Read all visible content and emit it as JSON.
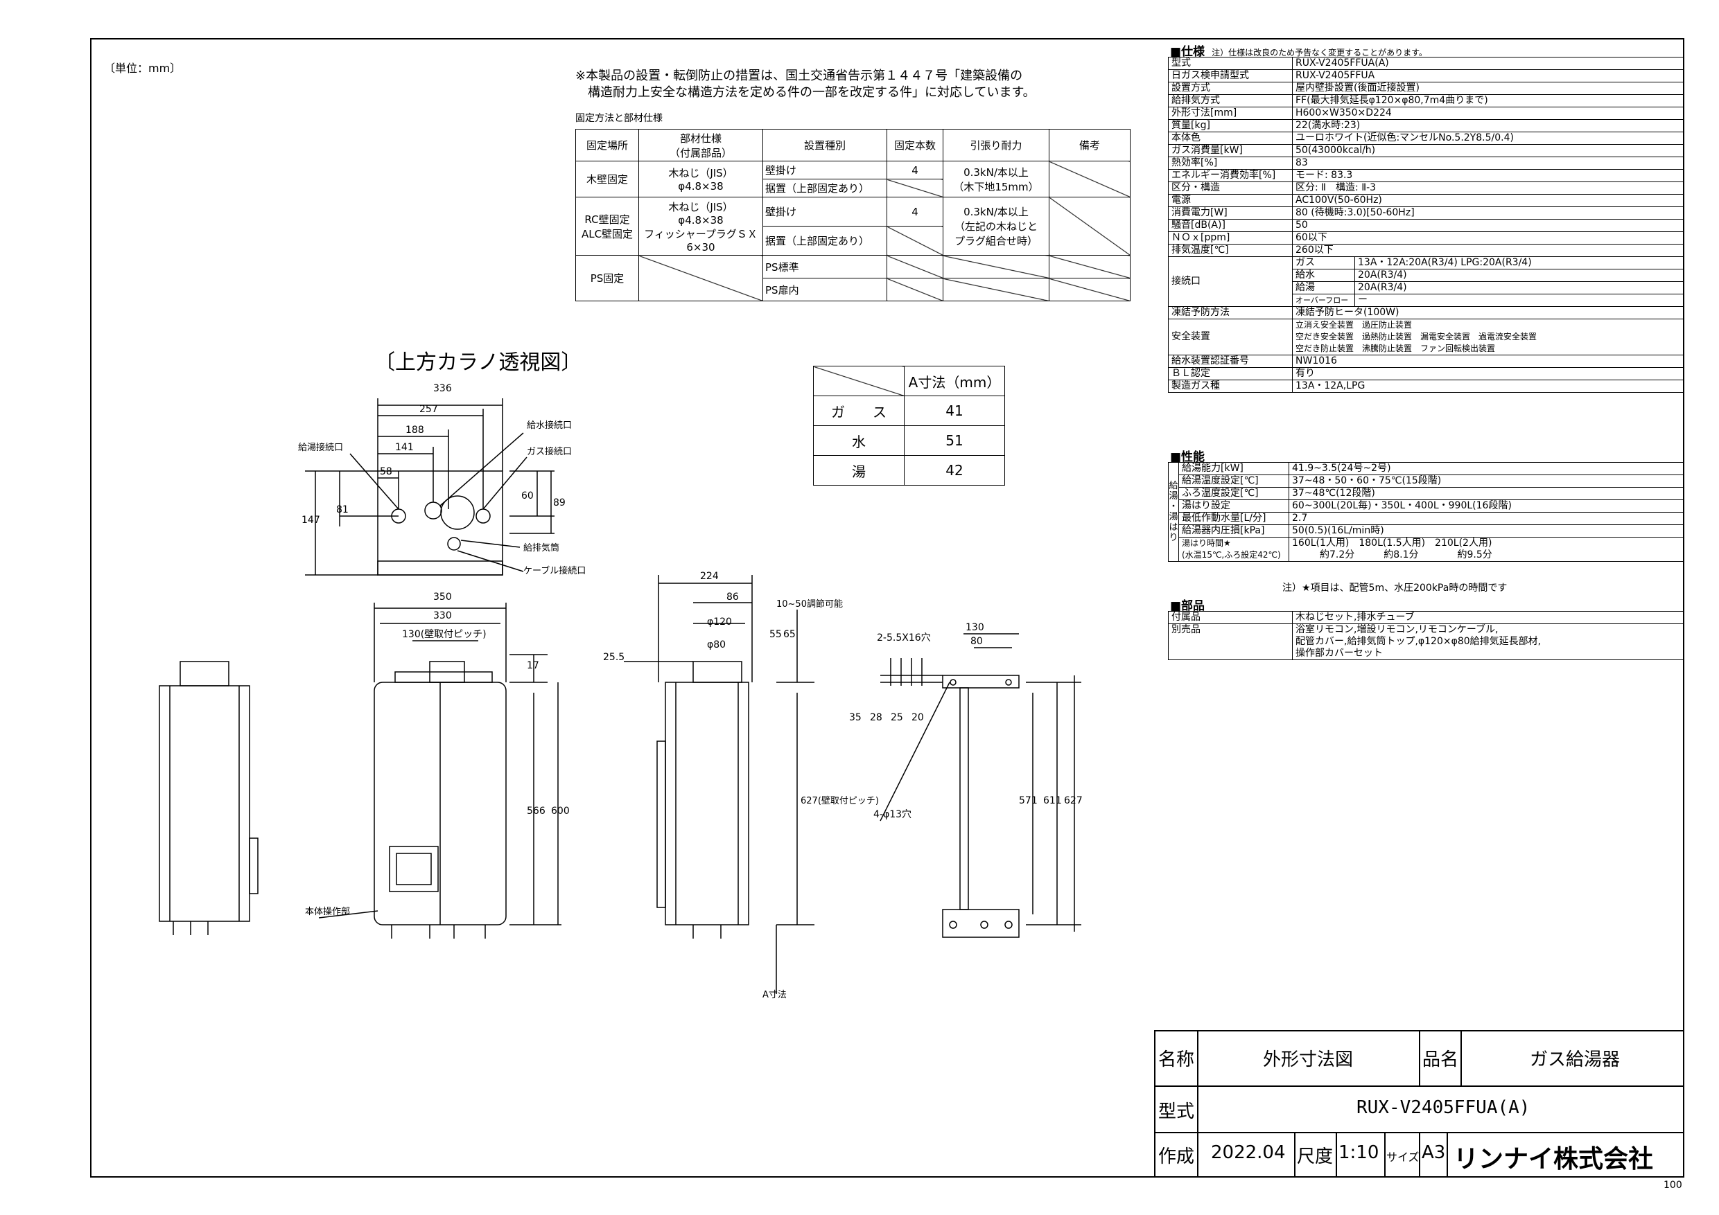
{
  "unit_note": "〔単位：mm〕",
  "install_note_1": "※本製品の設置・転倒防止の措置は、国土交通省告示第１４４７号「建築設備の",
  "install_note_2": "構造耐力上安全な構造方法を定める件の一部を改定する件」に対応しています。",
  "fix_title": "固定方法と部材仕様",
  "fix_table": {
    "headers": [
      "固定場所",
      "部材仕様\n（付属部品）",
      "設置種別",
      "固定本数",
      "引張り耐力",
      "備考"
    ],
    "h_loc": "固定場所",
    "h_part_1": "部材仕様",
    "h_part_2": "（付属部品）",
    "h_type": "設置種別",
    "h_count": "固定本数",
    "h_strength": "引張り耐力",
    "h_note": "備考",
    "wood_loc": "木壁固定",
    "wood_part_1": "木ねじ（JIS）",
    "wood_part_2": "φ4.8×38",
    "wood_type_1": "壁掛け",
    "wood_type_2": "据置（上部固定あり）",
    "wood_count": "4",
    "wood_strength_1": "0.3kN/本以上",
    "wood_strength_2": "（木下地15mm）",
    "rc_loc_1": "RC壁固定",
    "rc_loc_2": "ALC壁固定",
    "rc_part_1": "木ねじ（JIS）",
    "rc_part_2": "φ4.8×38",
    "rc_part_3": "フィッシャープラグＳＸ",
    "rc_part_4": "6×30",
    "rc_type_1": "壁掛け",
    "rc_type_2": "据置（上部固定あり）",
    "rc_count": "4",
    "rc_strength_1": "0.3kN/本以上",
    "rc_strength_2": "（左記の木ねじと",
    "rc_strength_3": "プラグ組合せ時）",
    "ps_loc": "PS固定",
    "ps_type_1": "PS標準",
    "ps_type_2": "PS扉内"
  },
  "top_view_title": "〔上方カラノ透視図〕",
  "a_table": {
    "header": "A寸法（mm）",
    "rows": [
      {
        "name": "ガ　　ス",
        "value": "41"
      },
      {
        "name": "水",
        "value": "51"
      },
      {
        "name": "湯",
        "value": "42"
      }
    ]
  },
  "dims": {
    "d336": "336",
    "d257": "257",
    "d188": "188",
    "d141": "141",
    "d58": "58",
    "d147": "147",
    "d81": "81",
    "d60": "60",
    "d89": "89",
    "l_hot": "給湯接続口",
    "l_water": "給水接続口",
    "l_gas": "ガス接続口",
    "l_exhaust": "給排気筒",
    "l_cable": "ケーブル接続口",
    "d350": "350",
    "d330": "330",
    "d130p": "130(壁取付ピッチ)",
    "d17": "17",
    "d566": "566",
    "d600": "600",
    "l_panel": "本体操作部",
    "d224": "224",
    "d86": "86",
    "d10_50": "10~50調節可能",
    "d120": "φ120",
    "d80": "φ80",
    "d55": "55",
    "d65": "65",
    "d25_5": "25.5",
    "d627p": "627(壁取付ピッチ)",
    "l_a": "A寸法",
    "d2_5": "2-5.5X16穴",
    "d130": "130",
    "d80b": "80",
    "d35": "35",
    "d28": "28",
    "d25": "25",
    "d20": "20",
    "d4_13": "4-φ13穴",
    "d571": "571",
    "d611": "611",
    "d627": "627"
  },
  "spec": {
    "title": "■仕様",
    "title_note": "注）仕様は改良のため予告なく変更することがあります。",
    "rows": [
      [
        "型式",
        "RUX-V2405FFUA(A)"
      ],
      [
        "日ガス検申請型式",
        "RUX-V2405FFUA"
      ],
      [
        "設置方式",
        "屋内壁掛設置(後面近接設置)"
      ],
      [
        "給排気方式",
        "FF(最大排気延長φ120×φ80,7m4曲りまで)"
      ],
      [
        "外形寸法[mm]",
        "H600×W350×D224"
      ],
      [
        "質量[kg]",
        "22(満水時:23)"
      ],
      [
        "本体色",
        "ユーロホワイト(近似色:マンセルNo.5.2Y8.5/0.4)"
      ],
      [
        "ガス消費量[kW]",
        "50(43000kcal/h)"
      ],
      [
        "熱効率[%]",
        "83"
      ],
      [
        "エネルギー消費効率[%]",
        "モード: 83.3"
      ],
      [
        "区分・構造",
        "区分: Ⅱ　構造: Ⅱ-3"
      ],
      [
        "電源",
        "AC100V(50-60Hz)"
      ],
      [
        "消費電力[W]",
        "80 (待機時:3.0)[50-60Hz]"
      ],
      [
        "騒音[dB(A)]",
        "50"
      ],
      [
        "ＮＯｘ[ppm]",
        "60以下"
      ],
      [
        "排気温度[℃]",
        "260以下"
      ]
    ],
    "conn_label": "接続口",
    "conn_rows": [
      [
        "ガス",
        "13A・12A:20A(R3/4) LPG:20A(R3/4)"
      ],
      [
        "給水",
        "20A(R3/4)"
      ],
      [
        "給湯",
        "20A(R3/4)"
      ],
      [
        "オーバーフロー",
        "ー"
      ]
    ],
    "freeze_k": "凍結予防方法",
    "freeze_v": "凍結予防ヒータ(100W)",
    "safety_k": "安全装置",
    "safety_v": [
      "立消え安全装置　過圧防止装置",
      "空だき安全装置　過熱防止装置　漏電安全装置　過電流安全装置",
      "空だき防止装置　沸騰防止装置　ファン回転検出装置"
    ],
    "rows2": [
      [
        "給水装置認証番号",
        "NW1016"
      ],
      [
        "ＢＬ認定",
        "有り"
      ],
      [
        "製造ガス種",
        "13A・12A,LPG"
      ]
    ]
  },
  "perf": {
    "title": "■性能",
    "side_label": "給湯・湯はり",
    "rows": [
      [
        "給湯能力[kW]",
        "41.9~3.5(24号~2号)"
      ],
      [
        "給湯温度設定[℃]",
        "37~48・50・60・75℃(15段階)"
      ],
      [
        "ふろ温度設定[℃]",
        "37~48℃(12段階)"
      ],
      [
        "湯はり設定",
        "60~300L(20L毎)・350L・400L・990L(16段階)"
      ],
      [
        "最低作動水量[L/分]",
        "2.7"
      ],
      [
        "給湯器内圧損[kPa]",
        "50(0.5)(16L/min時)"
      ]
    ],
    "fill_k1": "湯はり時間★",
    "fill_k2": "(水温15℃,ふろ設定42℃)",
    "fill_v1": "160L(1人用)　180L(1.5人用)　210L(2人用)",
    "fill_v2": "約7.2分　　　約8.1分　　　　約9.5分",
    "footnote": "注）★項目は、配管5m、水圧200kPa時の時間です"
  },
  "parts": {
    "title": "■部品",
    "acc_k": "付属品",
    "acc_v": "木ねじセット,排水チューブ",
    "opt_k": "別売品",
    "opt_v": [
      "浴室リモコン,増設リモコン,リモコンケーブル,",
      "配管カバー,給排気筒トップ,φ120×φ80給排気延長部材,",
      "操作部カバーセット"
    ]
  },
  "title_block": {
    "name_k": "名称",
    "name_v": "外形寸法図",
    "product_k": "品名",
    "product_v": "ガス給湯器",
    "model_k": "型式",
    "model_v": "RUX-V2405FFUA(A)",
    "made_k": "作成",
    "made_v": "2022.04",
    "scale_k": "尺度",
    "scale_v": "1:10",
    "size_k": "サイズ",
    "size_v": "A3",
    "company": "リンナイ株式会社"
  },
  "page_no": "100"
}
